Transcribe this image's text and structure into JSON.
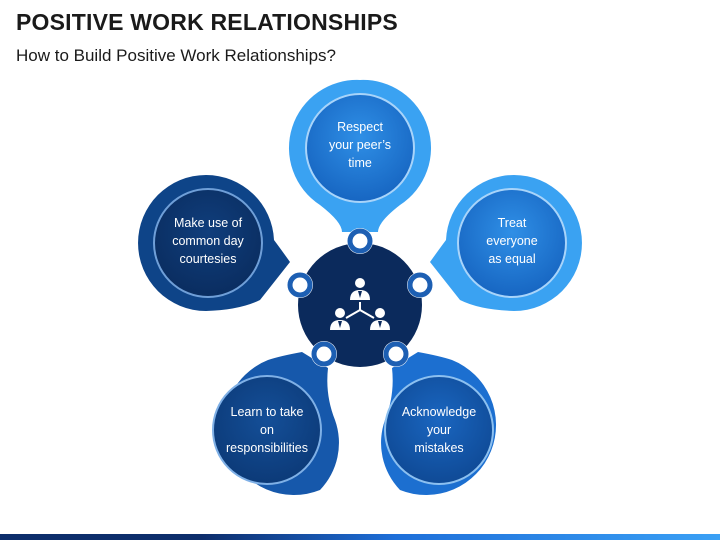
{
  "header": {
    "title": "POSITIVE WORK RELATIONSHIPS",
    "subtitle": "How to Build Positive Work Relationships?"
  },
  "center": {
    "icon": "team-hierarchy-icon"
  },
  "petals": [
    {
      "lines": [
        "Respect",
        "your peer’s",
        "time"
      ]
    },
    {
      "lines": [
        "Treat",
        "everyone",
        "as equal"
      ]
    },
    {
      "lines": [
        "Acknowledge",
        "your",
        "mistakes"
      ]
    },
    {
      "lines": [
        "Learn to take",
        "on",
        "responsibilities"
      ]
    },
    {
      "lines": [
        "Make use of",
        "common day",
        "courtesies"
      ]
    }
  ],
  "colors": {
    "petal_respect": "#2b8fe8",
    "petal_treat": "#2b8fe8",
    "petal_acknowledge": "#1764c4",
    "petal_learn": "#0f4f9e",
    "petal_courtesies": "#0b3a78",
    "center": "#0b2a5c",
    "connector_ring": "#1d5fb3"
  }
}
